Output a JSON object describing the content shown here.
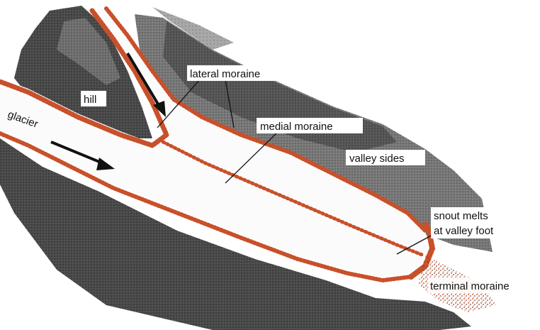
{
  "diagram": {
    "labels": {
      "lateral_moraine": "lateral moraine",
      "medial_moraine": "medial moraine",
      "hill": "hill",
      "glacier": "glacier",
      "valley_sides": "valley sides",
      "snout_line1": "snout melts",
      "snout_line2": "at valley foot",
      "terminal_moraine": "terminal moraine"
    },
    "colors": {
      "rock_dark": "#3a3a3a",
      "rock_mid": "#6e6e6e",
      "rock_light": "#9a9a9a",
      "ice": "#fbfbfb",
      "moraine": "#c8502a",
      "moraine_dots": "#5a2a18"
    }
  }
}
